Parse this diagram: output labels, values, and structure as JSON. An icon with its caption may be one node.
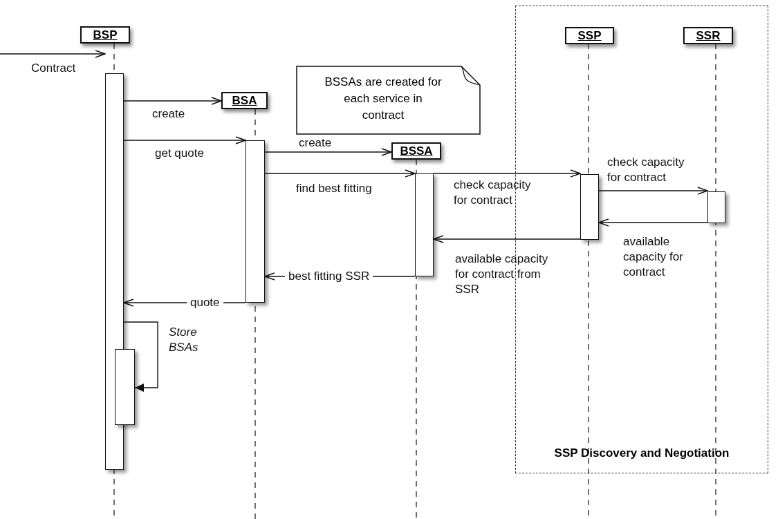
{
  "diagram": {
    "nodes": [
      {
        "text": [
          "SSP Discovery and Negotiation"
        ]
      },
      {
        "text": [
          "BSP"
        ]
      },
      {
        "text": [
          "BSA"
        ]
      },
      {
        "text": [
          "BSSA"
        ]
      },
      {
        "text": [
          "SSP"
        ],
        "in": 0
      },
      {
        "text": [
          "SSR"
        ],
        "in": 0
      },
      {
        "text": [
          "BSSAs are created for each service in contract"
        ]
      },
      {
        "text": [],
        "shape": "bar"
      },
      {
        "text": [],
        "shape": "bar"
      },
      {
        "text": [],
        "shape": "bar"
      },
      {
        "text": [],
        "shape": "bar"
      },
      {
        "text": [],
        "shape": "bar",
        "in": 0
      },
      {
        "text": [],
        "shape": "bar",
        "in": 0
      }
    ],
    "edges": [
      {
        "from": null,
        "to": 7,
        "arrow": "to",
        "label": "Contract"
      },
      {
        "from": 7,
        "to": 2,
        "arrow": "to",
        "label": "create"
      },
      {
        "from": 7,
        "to": 9,
        "arrow": "to",
        "label": "get quote"
      },
      {
        "from": 9,
        "to": 3,
        "arrow": "to",
        "label": "create"
      },
      {
        "from": 9,
        "to": 10,
        "arrow": "to",
        "label": "find best fitting"
      },
      {
        "from": 10,
        "to": 11,
        "arrow": "to",
        "label": "check capacity for contract"
      },
      {
        "from": 11,
        "to": 12,
        "arrow": "to",
        "label": "check capacity for contract"
      },
      {
        "from": 12,
        "to": 11,
        "arrow": "to",
        "label": "available capacity for contract"
      },
      {
        "from": 11,
        "to": 10,
        "arrow": "to",
        "label": "available capacity for contract from SSR"
      },
      {
        "from": 10,
        "to": 9,
        "arrow": "to",
        "label": "best fitting SSR"
      },
      {
        "from": 9,
        "to": 7,
        "arrow": "to",
        "label": "quote"
      },
      {
        "from": 7,
        "to": 8,
        "arrow": "to",
        "label": "Store BSAs"
      }
    ]
  }
}
